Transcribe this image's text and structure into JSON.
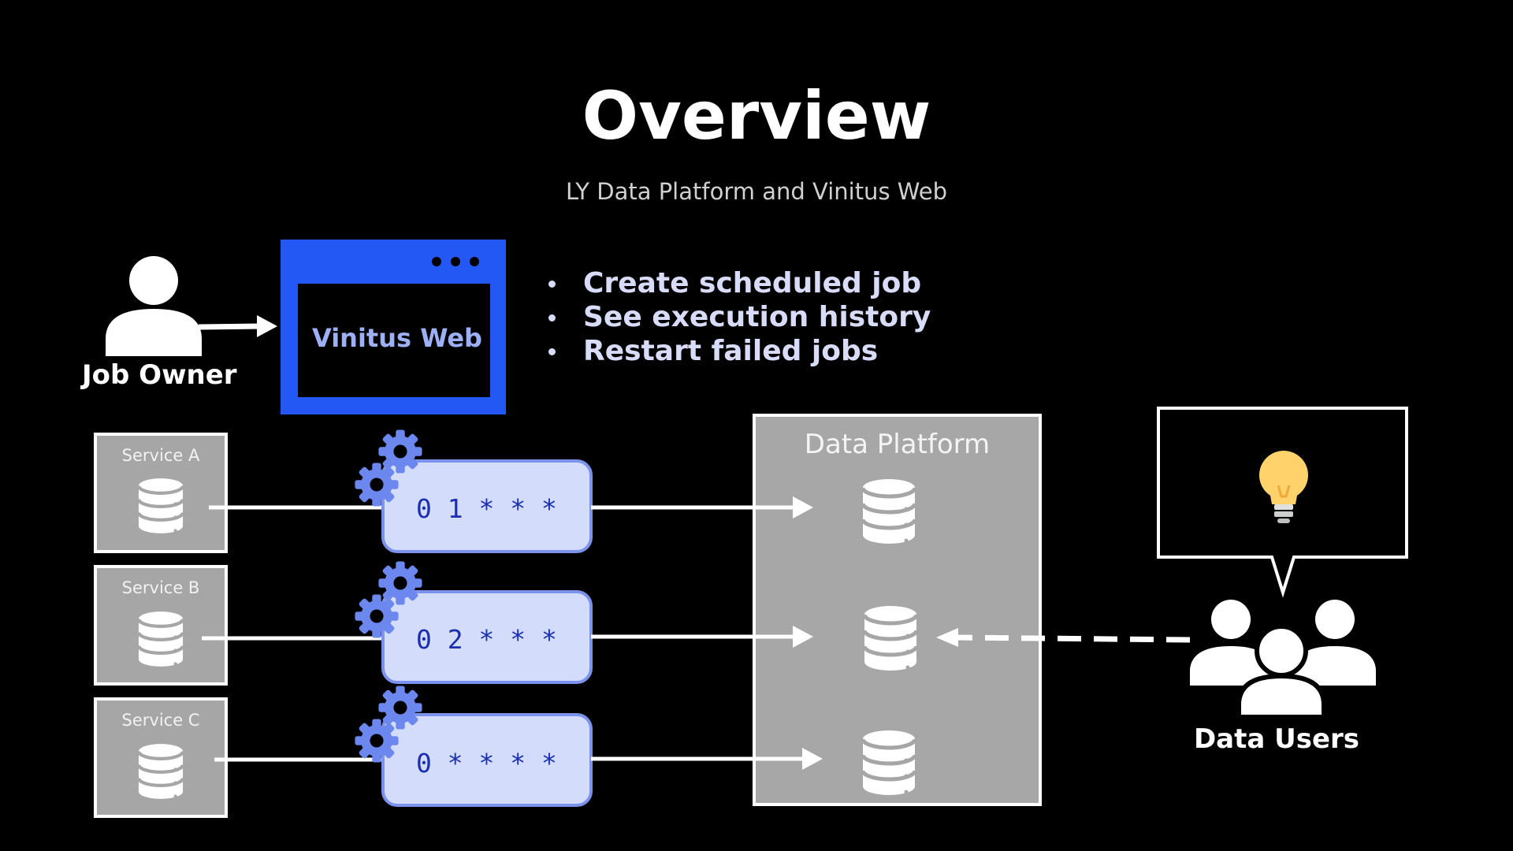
{
  "header": {
    "title": "Overview",
    "subtitle": "LY Data Platform and Vinitus Web"
  },
  "job_owner": {
    "label": "Job Owner"
  },
  "vinitus_web": {
    "label": "Vinitus Web"
  },
  "features": [
    "Create scheduled job",
    "See execution history",
    "Restart failed jobs"
  ],
  "services": [
    {
      "label": "Service A",
      "cron": "0 1 * * *"
    },
    {
      "label": "Service B",
      "cron": "0 2 * * *"
    },
    {
      "label": "Service C",
      "cron": "0 * * * *"
    }
  ],
  "data_platform": {
    "label": "Data Platform"
  },
  "data_users": {
    "label": "Data Users"
  },
  "colors": {
    "background": "#000000",
    "vinitus_blue": "#2358f5",
    "accent_text": "#9db0f5",
    "job_box_fill": "#d3dcfb",
    "job_box_stroke": "#7b93ec",
    "cron_text": "#1b2fb0",
    "gear": "#6c88ee",
    "service_gray": "#a6a6a6",
    "platform_gray": "#a7a7a7",
    "bulb": "#ffd26b"
  }
}
